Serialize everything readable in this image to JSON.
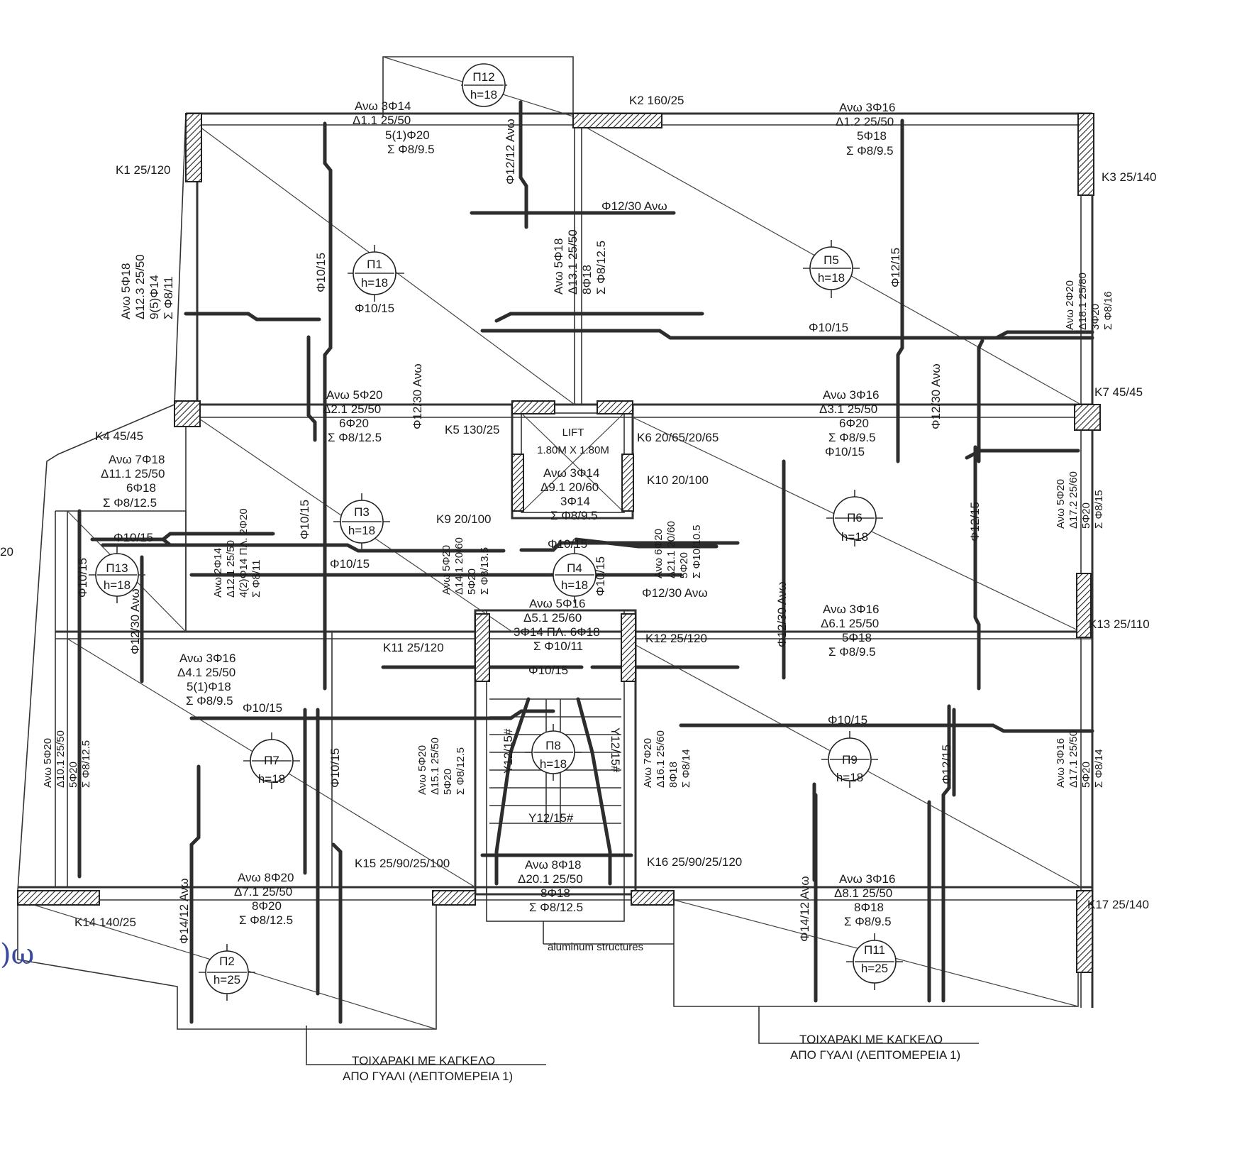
{
  "columns": [
    {
      "id": "K1",
      "label": "K1 25/120"
    },
    {
      "id": "K2",
      "label": "K2 160/25"
    },
    {
      "id": "K3",
      "label": "K3 25/140"
    },
    {
      "id": "K4",
      "label": "K4 45/45"
    },
    {
      "id": "K5",
      "label": "K5 130/25"
    },
    {
      "id": "K6",
      "label": "K6 20/65/20/65"
    },
    {
      "id": "K7",
      "label": "K7 45/45"
    },
    {
      "id": "K9",
      "label": "K9 20/100"
    },
    {
      "id": "K10",
      "label": "K10 20/100"
    },
    {
      "id": "K11",
      "label": "K11 25/120"
    },
    {
      "id": "K12",
      "label": "K12 25/120"
    },
    {
      "id": "K13",
      "label": "K13 25/110"
    },
    {
      "id": "K14",
      "label": "K14 140/25"
    },
    {
      "id": "K15",
      "label": "K15 25/90/25/100"
    },
    {
      "id": "K16",
      "label": "K16 25/90/25/120"
    },
    {
      "id": "K17",
      "label": "K17 25/140"
    }
  ],
  "slabs": [
    {
      "id": "P1",
      "name": "Π1",
      "h": "h=18"
    },
    {
      "id": "P2",
      "name": "Π2",
      "h": "h=25"
    },
    {
      "id": "P3",
      "name": "Π3",
      "h": "h=18"
    },
    {
      "id": "P4",
      "name": "Π4",
      "h": "h=18"
    },
    {
      "id": "P5",
      "name": "Π5",
      "h": "h=18"
    },
    {
      "id": "P6",
      "name": "Π6",
      "h": "h=18"
    },
    {
      "id": "P7",
      "name": "Π7",
      "h": "h=18"
    },
    {
      "id": "P8",
      "name": "Π8",
      "h": "h=18"
    },
    {
      "id": "P9",
      "name": "Π9",
      "h": "h=18"
    },
    {
      "id": "P11",
      "name": "Π11",
      "h": "h=25"
    },
    {
      "id": "P12",
      "name": "Π12",
      "h": "h=18"
    },
    {
      "id": "P13",
      "name": "Π13",
      "h": "h=18"
    }
  ],
  "beams": {
    "d1_1": [
      "Ανω 3Φ14",
      "Δ1.1  25/50",
      "5(1)Φ20",
      "Σ Φ8/9.5"
    ],
    "d1_2": [
      "Ανω 3Φ16",
      "Δ1.2  25/50",
      "5Φ18",
      "Σ Φ8/9.5"
    ],
    "d2_1": [
      "Ανω 5Φ20",
      "Δ2.1  25/50",
      "6Φ20",
      "Σ Φ8/12.5"
    ],
    "d3_1": [
      "Ανω 3Φ16",
      "Δ3.1  25/50",
      "6Φ20",
      "Σ Φ8/9.5"
    ],
    "d11_1": [
      "Ανω 7Φ18",
      "Δ11.1  25/50",
      "6Φ18",
      "Σ Φ8/12.5"
    ],
    "d9_1": [
      "Ανω 3Φ14",
      "Δ9.1  20/60",
      "3Φ14",
      "Σ Φ8/9.5"
    ],
    "d4_1": [
      "Ανω 3Φ16",
      "Δ4.1  25/50",
      "5(1)Φ18",
      "Σ Φ8/9.5"
    ],
    "d5_1": [
      "Ανω 5Φ16",
      "Δ5.1  25/60",
      "3Φ14 ΠΛ. 6Φ18",
      "Σ Φ10/11"
    ],
    "d6_1": [
      "Ανω 3Φ16",
      "Δ6.1  25/50",
      "5Φ18",
      "Σ Φ8/9.5"
    ],
    "d7_1": [
      "Ανω 8Φ20",
      "Δ7.1  25/50",
      "8Φ20",
      "Σ Φ8/12.5"
    ],
    "d20_1": [
      "Ανω 8Φ18",
      "Δ20.1  25/50",
      "8Φ18",
      "Σ Φ8/12.5"
    ],
    "d8_1": [
      "Ανω 3Φ16",
      "Δ8.1  25/50",
      "8Φ18",
      "Σ Φ8/9.5"
    ],
    "d12_3": [
      "Ανω 5Φ18",
      "Δ12.3  25/50",
      "9(5)Φ14",
      "Σ Φ8/11"
    ],
    "d13_1": [
      "Ανω 5Φ18",
      "Δ13.1  25/50",
      "8Φ18",
      "Σ Φ8/12.5"
    ],
    "d18_1": [
      "Ανω 2Φ20",
      "Δ18.1  25/80",
      "3Φ20",
      "Σ Φ8/16"
    ],
    "d12_1": [
      "Ανω 2Φ14",
      "Δ12.1  25/50",
      "4(2)Φ14 ΠΛ. 2Φ20",
      "Σ Φ8/11"
    ],
    "d14_1": [
      "Ανω 5Φ20",
      "Δ14.1  20/60",
      "5Φ20",
      "Σ Φ8/13.5"
    ],
    "d21_1": [
      "Ανω 6Φ20",
      "Δ21.1  20/60",
      "5Φ20",
      "Σ Φ10/10.5"
    ],
    "d17_2": [
      "Ανω 5Φ20",
      "Δ17.2  25/60",
      "5Φ20",
      "Σ Φ8/15"
    ],
    "d10_1": [
      "Ανω 5Φ20",
      "Δ10.1  25/50",
      "5Φ20",
      "Σ Φ8/12.5"
    ],
    "d15_1": [
      "Ανω 5Φ20",
      "Δ15.1  25/50",
      "5Φ20",
      "Σ Φ8/12.5"
    ],
    "d16_1": [
      "Ανω 7Φ20",
      "Δ16.1  25/60",
      "8Φ18",
      "Σ Φ8/14"
    ],
    "d17_1": [
      "Ανω 3Φ16",
      "Δ17.1  25/50",
      "5Φ20",
      "Σ Φ8/14"
    ]
  },
  "rebar": {
    "f10_15": "Φ10/15",
    "f12_15": "Φ12/15",
    "f12_30_up": "Φ12/30 Ανω",
    "f12_12_up": "Φ12/12 Ανω",
    "f14_12_up": "Φ14/12 Ανω",
    "y12_15": "Y12/15#"
  },
  "lift": {
    "title": "LIFT",
    "size": "1.80M X 1.80M"
  },
  "notes": {
    "aluminum": "aluminum structures",
    "railing_line1": "ΤΟΙΧΑΡΑΚΙ ΜΕ ΚΑΓΚΕΛΟ",
    "railing_line2": "ΑΠΟ ΓΥΑΛΙ (ΛΕΠΤΟΜΕΡΕΙΑ 1)",
    "edge_fragment": "20",
    "handwriting": ")ω"
  }
}
